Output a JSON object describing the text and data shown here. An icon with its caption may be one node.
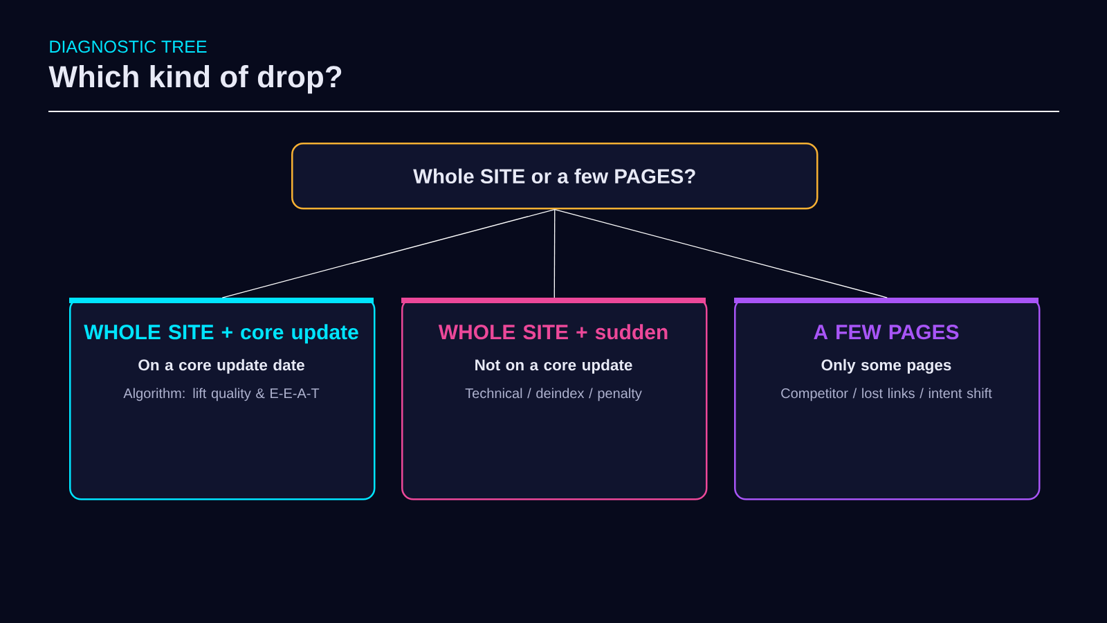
{
  "diagram": {
    "title": "Which kind of drop?",
    "nodes": [
      {
        "text": [
          "Whole SITE or a few PAGES?"
        ]
      },
      {
        "text": [
          "WHOLE SITE + core update",
          "On a core update date",
          "Algorithm: lift quality & E-E-A-T"
        ]
      },
      {
        "text": [
          "WHOLE SITE + sudden",
          "Not on a core update",
          "Technical / deindex / penalty"
        ]
      },
      {
        "text": [
          "A FEW PAGES",
          "Only some pages",
          "Competitor / lost links / intent shift"
        ]
      }
    ],
    "edges": [
      {
        "from": 0,
        "to": 1,
        "arrow": "none"
      },
      {
        "from": 0,
        "to": 2,
        "arrow": "none"
      },
      {
        "from": 0,
        "to": 3,
        "arrow": "none"
      }
    ],
    "labels": [
      "DIAGNOSTIC TREE"
    ]
  }
}
